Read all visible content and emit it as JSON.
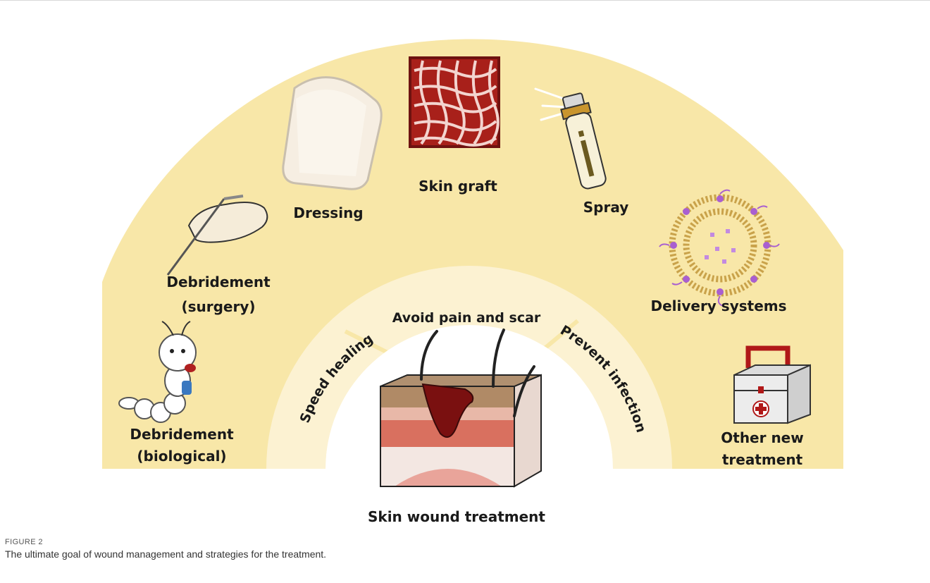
{
  "figure": {
    "center_label": "Skin wound treatment",
    "goals": {
      "left": "Speed healing",
      "top": "Avoid pain and scar",
      "right": "Prevent infection"
    },
    "strategies": {
      "debridement_bio": [
        "Debridement",
        "(biological)"
      ],
      "debridement_surgery": [
        "Debridement",
        "(surgery)"
      ],
      "dressing": "Dressing",
      "skin_graft": "Skin graft",
      "spray": "Spray",
      "delivery": "Delivery systems",
      "other": [
        "Other new",
        "treatment"
      ]
    },
    "colors": {
      "outer_band": "#f8e7a8",
      "inner_band": "#fcf2d2",
      "skin_red": "#7a1010"
    }
  },
  "caption": {
    "label": "FIGURE 2",
    "text": "The ultimate goal of wound management and strategies for the treatment."
  }
}
